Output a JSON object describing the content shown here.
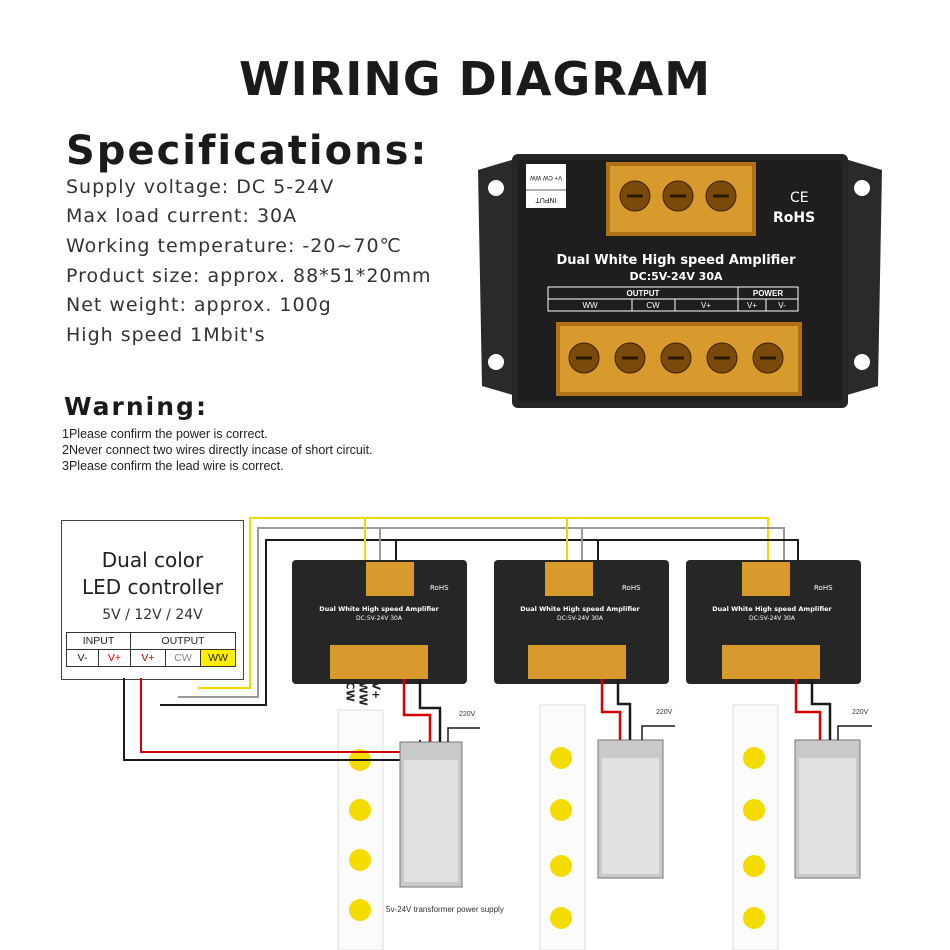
{
  "title": "WIRING DIAGRAM",
  "specifications": {
    "heading": "Specifications:",
    "lines": [
      "Supply voltage: DC 5-24V",
      "Max load current: 30A",
      "Working temperature: -20~70℃",
      "Product size: approx. 88*51*20mm",
      "Net weight: approx. 100g",
      "High speed 1Mbit's"
    ]
  },
  "warning": {
    "heading": "Warning:",
    "lines": [
      "1Please confirm the power is correct.",
      "2Never connect two wires directly incase of short circuit.",
      "3Please confirm the lead wire is correct."
    ]
  },
  "product": {
    "name": "Dual  White  High speed Amplifier",
    "rating": "DC:5V-24V 30A",
    "input_label": "INPUT",
    "input_terminals": "V+ CW WW",
    "cert_ce": "CE",
    "cert_rohs": "RoHS",
    "output_group": "OUTPUT",
    "power_group": "POWER",
    "output_terminals": [
      "WW",
      "CW",
      "V+"
    ],
    "power_terminals": [
      "V+",
      "V-"
    ]
  },
  "controller": {
    "title_line1": "Dual color",
    "title_line2": "LED controller",
    "voltage": "5V / 12V / 24V",
    "input_header": "INPUT",
    "output_header": "OUTPUT",
    "terminals": [
      "V-",
      "V+",
      "V+",
      "CW",
      "WW"
    ]
  },
  "strip_labels": [
    "V+",
    "WW",
    "CW"
  ],
  "ac_label": "220V",
  "power_supply_caption": "5v-24V transformer power supply",
  "colors": {
    "wire_red": "#d40000",
    "wire_black": "#1a1a1a",
    "wire_gray": "#888888",
    "wire_yellow": "#f2d600",
    "housing": "#262626",
    "terminal_amber": "#c98a1c",
    "led_yellow": "#f4dc00"
  }
}
